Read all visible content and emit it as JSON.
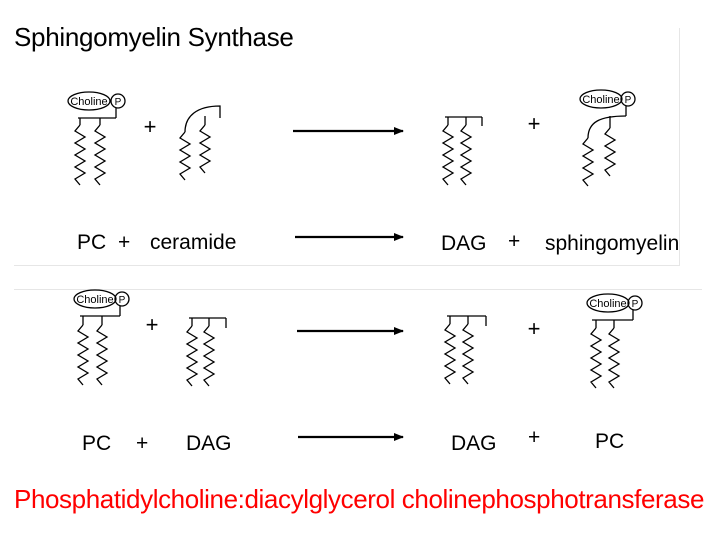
{
  "header": {
    "title": "Sphingomyelin Synthase"
  },
  "footer": {
    "title": "Phosphatidylcholine:diacylglycerol cholinephosphotransferase",
    "title_color": "#ff0000"
  },
  "tags": {
    "choline": "Choline",
    "phosphate": "P"
  },
  "reaction1": {
    "reactant1": "PC",
    "plus1": "+",
    "reactant2": "ceramide",
    "product1": "DAG",
    "plus2": "+",
    "product2": "sphingomyelin"
  },
  "reaction2": {
    "reactant1": "PC",
    "plus1": "+",
    "reactant2": "DAG",
    "product1": "DAG",
    "plus2": "+",
    "product2": "PC"
  },
  "icons": [
    "phosphatidylcholine-structure",
    "ceramide-structure",
    "diacylglycerol-structure",
    "sphingomyelin-structure",
    "reaction-arrow"
  ]
}
